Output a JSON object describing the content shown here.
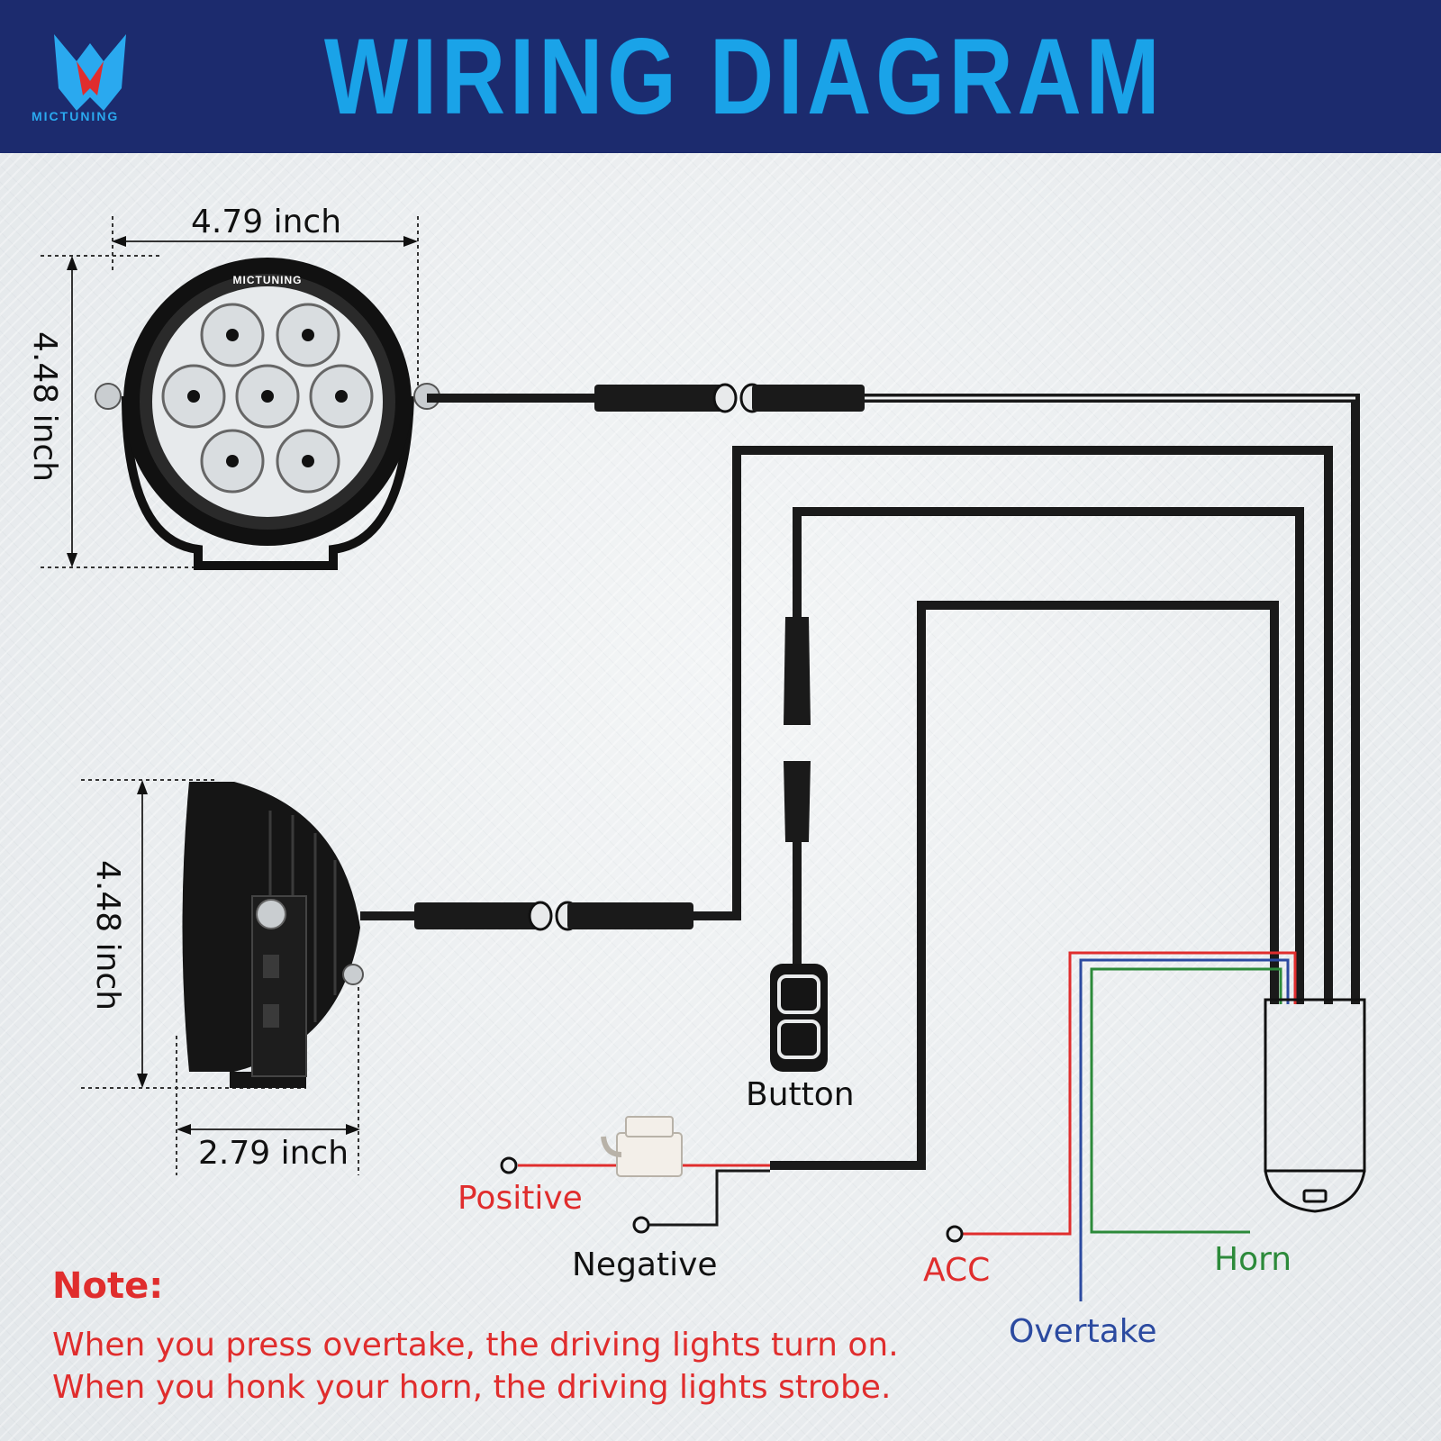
{
  "header": {
    "title": "WIRING DIAGRAM",
    "brand": "MICTUNING"
  },
  "dimensions": {
    "front_width": "4.79 inch",
    "front_height": "4.48 inch",
    "side_height": "4.48 inch",
    "side_depth": "2.79 inch"
  },
  "light_brand": "MICTUNING",
  "labels": {
    "button": "Button",
    "positive": "Positive",
    "negative": "Negative",
    "acc": "ACC",
    "horn": "Horn",
    "overtake": "Overtake"
  },
  "note": {
    "title": "Note:",
    "lines": [
      "When you press overtake, the driving lights turn on.",
      "When you honk your horn, the driving lights strobe."
    ]
  },
  "colors": {
    "header_bg": "#1c2b6e",
    "title": "#1aa3e8",
    "note": "#e02d2d",
    "acc_wire": "#e02d2d",
    "overtake_wire": "#2b4aa0",
    "horn_wire": "#2c8a3a",
    "wire": "#1a1a1a"
  }
}
